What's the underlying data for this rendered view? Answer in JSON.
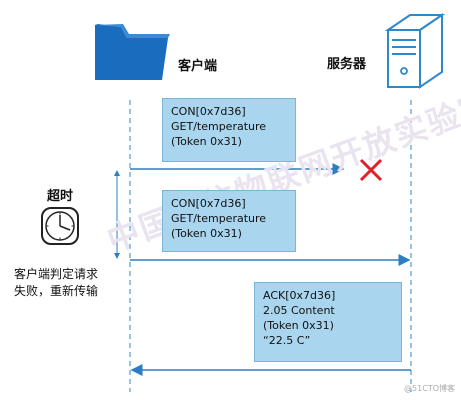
{
  "participants": {
    "client": "客户端",
    "server": "服务器"
  },
  "messages": [
    {
      "lines": [
        "CON[0x7d36]",
        "GET/temperature",
        "(Token 0x31)"
      ]
    },
    {
      "lines": [
        "CON[0x7d36]",
        "GET/temperature",
        "(Token 0x31)"
      ]
    },
    {
      "lines": [
        "ACK[0x7d36]",
        "2.05 Content",
        "(Token 0x31)",
        "“22.5 C”"
      ]
    }
  ],
  "timeout": {
    "label": "超时",
    "note_line1": "客户端判定请求",
    "note_line2": "失败，重新传输",
    "icon": "clock-icon"
  },
  "lost_marker_icon": "x-mark-icon",
  "watermark": "中国电信物联网开放实验室",
  "credit": "@51CTO博客",
  "colors": {
    "lifeline": "#2e88c9",
    "arrow": "#2e7dc2",
    "message_box": "#a9d5ef",
    "folder": "#1a6cbf",
    "lost_marker": "#e0202a"
  }
}
